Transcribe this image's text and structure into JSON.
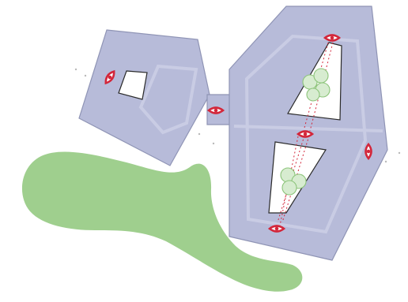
{
  "colors": {
    "background": "#ffffff",
    "block_fill": "#b7bbd9",
    "block_stroke": "#8f94b5",
    "inner_line": "#c9cce4",
    "courtyard_fill": "#ffffff",
    "courtyard_stroke": "#2a2a2a",
    "green_space": "#9fcf8e",
    "tree_stroke": "#8cc47a",
    "tree_fill": "#d7ecd0",
    "eye_red": "#d3263a",
    "sightline_red": "#d3263a",
    "grid_dot": "#b9b9b9"
  },
  "icons": {
    "viewpoint": "eye-icon",
    "tree": "tree-canopy-icon"
  },
  "elements": {
    "buildings": [
      "pentagon-block",
      "connector-block",
      "hexagon-block"
    ],
    "courtyards": [
      "pentagon-courtyard",
      "upper-courtyard",
      "lower-courtyard"
    ],
    "viewpoint_count": 6,
    "tree_clusters": 2
  }
}
